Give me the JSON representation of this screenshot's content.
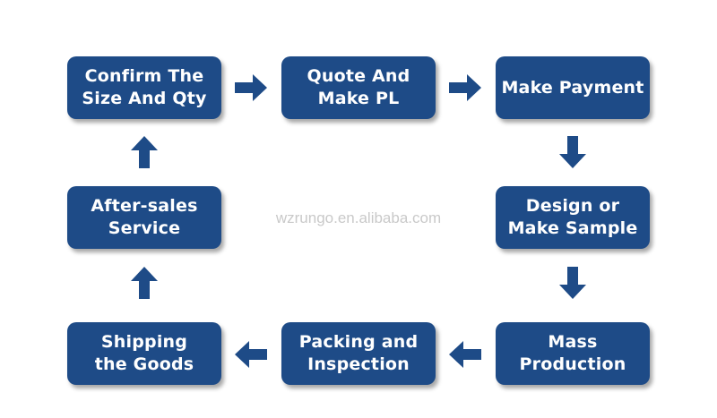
{
  "colors": {
    "box_fill": "#1e4b87",
    "arrow_fill": "#1e4b87",
    "box_text": "#ffffff",
    "watermark": "#c9c9c9"
  },
  "steps": [
    {
      "label": "Confirm The\nSize And Qty"
    },
    {
      "label": "Quote And\nMake PL"
    },
    {
      "label": "Make Payment"
    },
    {
      "label": "Design or\nMake Sample"
    },
    {
      "label": "Mass\nProduction"
    },
    {
      "label": "Packing and\nInspection"
    },
    {
      "label": "Shipping\nthe Goods"
    },
    {
      "label": "After-sales\nService"
    }
  ],
  "arrows": [
    {
      "from": "Confirm The Size And Qty",
      "to": "Quote And Make PL",
      "icon": "arrow-right-icon"
    },
    {
      "from": "Quote And Make PL",
      "to": "Make Payment",
      "icon": "arrow-right-icon"
    },
    {
      "from": "Make Payment",
      "to": "Design or Make Sample",
      "icon": "arrow-down-icon"
    },
    {
      "from": "Design or Make Sample",
      "to": "Mass Production",
      "icon": "arrow-down-icon"
    },
    {
      "from": "Mass Production",
      "to": "Packing and Inspection",
      "icon": "arrow-left-icon"
    },
    {
      "from": "Packing and Inspection",
      "to": "Shipping the Goods",
      "icon": "arrow-left-icon"
    },
    {
      "from": "Shipping the Goods",
      "to": "After-sales Service",
      "icon": "arrow-up-icon"
    },
    {
      "from": "After-sales Service",
      "to": "Confirm The Size And Qty",
      "icon": "arrow-up-icon"
    }
  ],
  "watermark": "wzrungo.en.alibaba.com"
}
